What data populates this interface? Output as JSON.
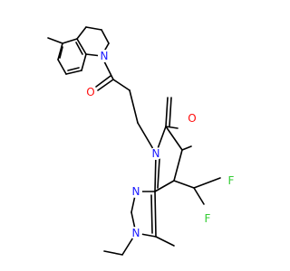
{
  "molecule": {
    "colors": {
      "background": "#ffffff",
      "bond": "#000000",
      "N": "#1a1aff",
      "O": "#ff0d0d",
      "F": "#33cc33"
    },
    "atoms": [
      {
        "symbol": "N",
        "element": "N"
      },
      {
        "symbol": "O",
        "element": "O"
      },
      {
        "symbol": "O",
        "element": "O"
      },
      {
        "symbol": "N",
        "element": "N"
      },
      {
        "symbol": "N",
        "element": "N"
      },
      {
        "symbol": "N",
        "element": "N"
      },
      {
        "symbol": "F",
        "element": "F"
      },
      {
        "symbol": "F",
        "element": "F"
      }
    ]
  }
}
